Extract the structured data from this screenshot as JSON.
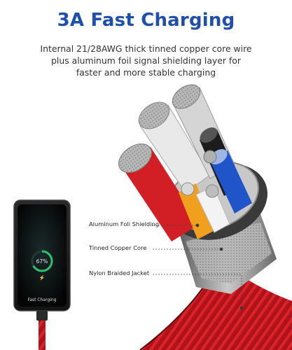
{
  "heading": {
    "title": "3A Fast Charging",
    "description_lines": [
      "Internal 21/28AWG thick tinned copper core wire",
      "plus aluminum foil signal shielding layer for",
      "faster and more stable charging"
    ]
  },
  "phone": {
    "battery_percent": "67%",
    "status_text": "Fast Charging",
    "battery_level": 0.67
  },
  "callouts": [
    {
      "label": "Aluminum Foli Shielding"
    },
    {
      "label": "Tinned Copper Core"
    },
    {
      "label": "Nylon Braided Jacket"
    }
  ],
  "colors": {
    "title": "#1f4fa8",
    "jacket_red": "#c4161c",
    "shield_silver": "#9a9a9a",
    "wire_red": "#d21f25",
    "wire_white": "#e8e8e8",
    "wire_black": "#1c1c1c",
    "wire_blue": "#1f55c9",
    "wire_orange": "#f0a01e",
    "charge_ring": "#2fbf71"
  }
}
